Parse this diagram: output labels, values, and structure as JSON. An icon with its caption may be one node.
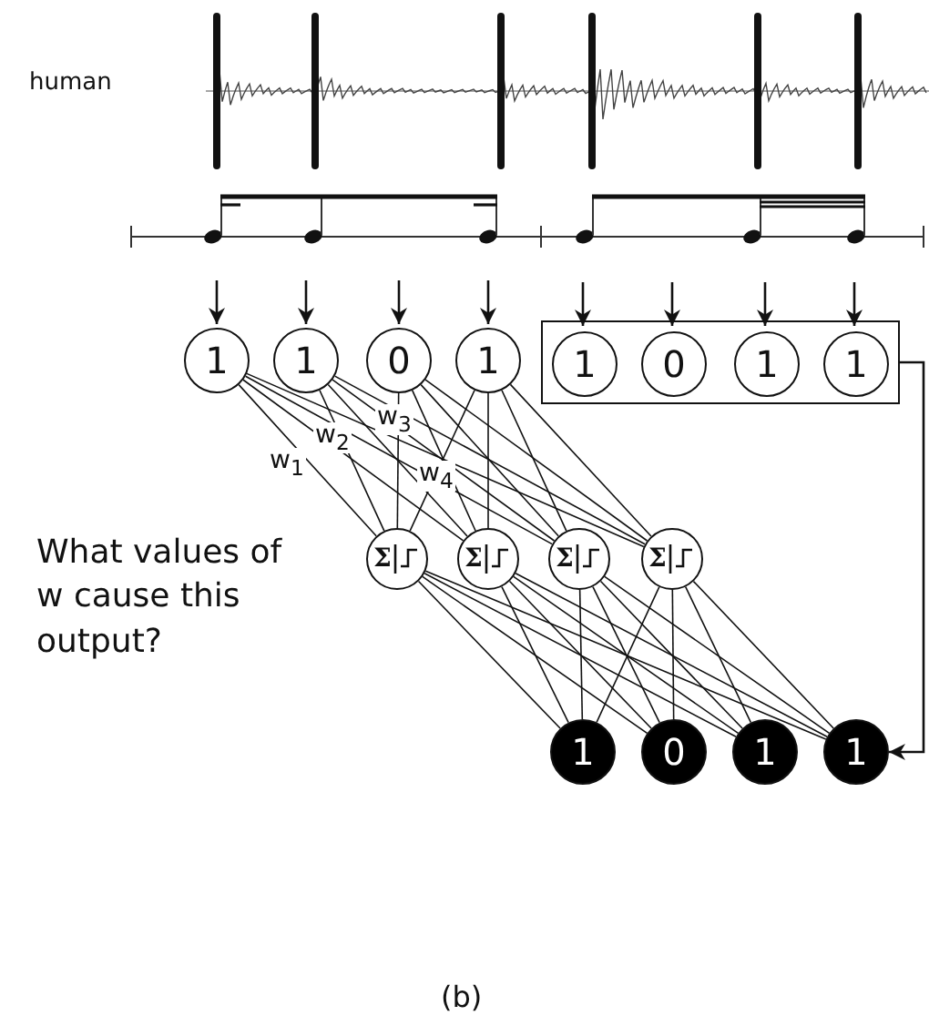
{
  "diagram": {
    "caption": "(b)",
    "nodes": [
      {
        "text": [
          "1"
        ]
      },
      {
        "text": [
          "1"
        ]
      },
      {
        "text": [
          "0"
        ]
      },
      {
        "text": [
          "1"
        ]
      },
      {
        "text": [],
        "shape": "box"
      },
      {
        "text": [
          "1"
        ],
        "in": 4
      },
      {
        "text": [
          "0"
        ],
        "in": 4
      },
      {
        "text": [
          "1"
        ],
        "in": 4
      },
      {
        "text": [
          "1"
        ],
        "in": 4
      },
      {
        "text": [
          "Σ"
        ]
      },
      {
        "text": [
          "Σ"
        ]
      },
      {
        "text": [
          "Σ"
        ]
      },
      {
        "text": [
          "Σ"
        ]
      },
      {
        "text": [
          "1"
        ]
      },
      {
        "text": [
          "0"
        ]
      },
      {
        "text": [
          "1"
        ]
      },
      {
        "text": [
          "1"
        ]
      }
    ],
    "edges": [
      {
        "from": null,
        "to": 0,
        "arrow": "to"
      },
      {
        "from": null,
        "to": 1,
        "arrow": "to"
      },
      {
        "from": null,
        "to": 2,
        "arrow": "to"
      },
      {
        "from": null,
        "to": 3,
        "arrow": "to"
      },
      {
        "from": null,
        "to": 5,
        "arrow": "to"
      },
      {
        "from": null,
        "to": 6,
        "arrow": "to"
      },
      {
        "from": null,
        "to": 7,
        "arrow": "to"
      },
      {
        "from": null,
        "to": 8,
        "arrow": "to"
      },
      {
        "from": 0,
        "to": 9,
        "arrow": "none"
      },
      {
        "from": 0,
        "to": 10,
        "arrow": "none"
      },
      {
        "from": 0,
        "to": 11,
        "arrow": "none"
      },
      {
        "from": 0,
        "to": 12,
        "arrow": "none"
      },
      {
        "from": 1,
        "to": 9,
        "arrow": "none"
      },
      {
        "from": 1,
        "to": 10,
        "arrow": "none"
      },
      {
        "from": 1,
        "to": 11,
        "arrow": "none"
      },
      {
        "from": 1,
        "to": 12,
        "arrow": "none"
      },
      {
        "from": 2,
        "to": 9,
        "arrow": "none"
      },
      {
        "from": 2,
        "to": 10,
        "arrow": "none"
      },
      {
        "from": 2,
        "to": 11,
        "arrow": "none"
      },
      {
        "from": 2,
        "to": 12,
        "arrow": "none"
      },
      {
        "from": 3,
        "to": 9,
        "arrow": "none"
      },
      {
        "from": 3,
        "to": 10,
        "arrow": "none"
      },
      {
        "from": 3,
        "to": 11,
        "arrow": "none"
      },
      {
        "from": 3,
        "to": 12,
        "arrow": "none"
      },
      {
        "from": 9,
        "to": 13,
        "arrow": "none"
      },
      {
        "from": 9,
        "to": 14,
        "arrow": "none"
      },
      {
        "from": 9,
        "to": 15,
        "arrow": "none"
      },
      {
        "from": 9,
        "to": 16,
        "arrow": "none"
      },
      {
        "from": 10,
        "to": 13,
        "arrow": "none"
      },
      {
        "from": 10,
        "to": 14,
        "arrow": "none"
      },
      {
        "from": 10,
        "to": 15,
        "arrow": "none"
      },
      {
        "from": 10,
        "to": 16,
        "arrow": "none"
      },
      {
        "from": 11,
        "to": 13,
        "arrow": "none"
      },
      {
        "from": 11,
        "to": 14,
        "arrow": "none"
      },
      {
        "from": 11,
        "to": 15,
        "arrow": "none"
      },
      {
        "from": 11,
        "to": 16,
        "arrow": "none"
      },
      {
        "from": 12,
        "to": 13,
        "arrow": "none"
      },
      {
        "from": 12,
        "to": 14,
        "arrow": "none"
      },
      {
        "from": 12,
        "to": 15,
        "arrow": "none"
      },
      {
        "from": 12,
        "to": 16,
        "arrow": "none"
      },
      {
        "from": 4,
        "to": 16,
        "arrow": "to"
      }
    ],
    "labels": [
      "human",
      "w$_{3}$",
      "w$_{2}$",
      "w$_{4}$",
      "w$_{1}$",
      "What values of w cause this output?"
    ]
  }
}
